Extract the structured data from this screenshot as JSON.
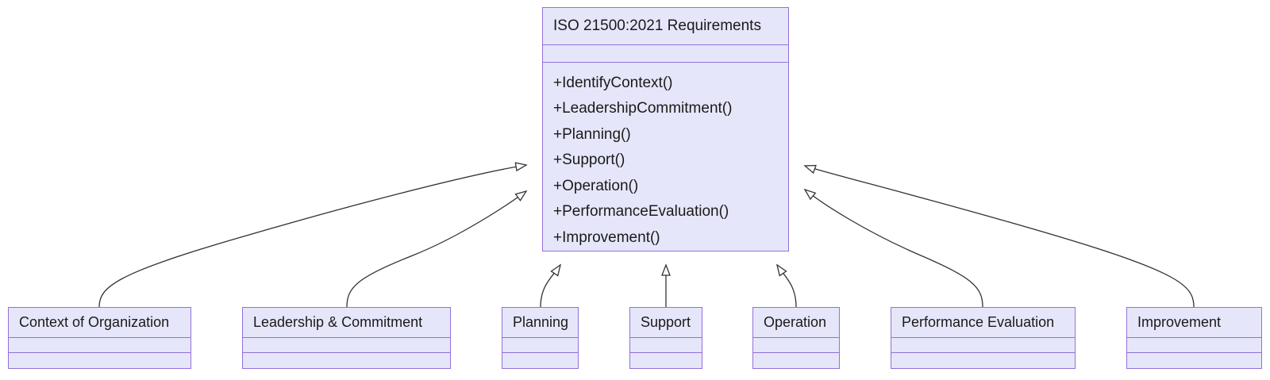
{
  "diagram": {
    "kind": "uml-class-diagram",
    "relationship": "generalization",
    "colors": {
      "node_fill": "#E6E6FA",
      "node_border": "#9370DB",
      "edge_stroke": "#333333",
      "text": "#1a1a1a",
      "background": "#ffffff"
    },
    "parent": {
      "name": "ISO 21500:2021 Requirements",
      "attributes": [],
      "methods": [
        "+IdentifyContext()",
        "+LeadershipCommitment()",
        "+Planning()",
        "+Support()",
        "+Operation()",
        "+PerformanceEvaluation()",
        "+Improvement()"
      ]
    },
    "children": [
      {
        "name": "Context of Organization",
        "attributes": [],
        "methods": []
      },
      {
        "name": "Leadership & Commitment",
        "attributes": [],
        "methods": []
      },
      {
        "name": "Planning",
        "attributes": [],
        "methods": []
      },
      {
        "name": "Support",
        "attributes": [],
        "methods": []
      },
      {
        "name": "Operation",
        "attributes": [],
        "methods": []
      },
      {
        "name": "Performance Evaluation",
        "attributes": [],
        "methods": []
      },
      {
        "name": "Improvement",
        "attributes": [],
        "methods": []
      }
    ]
  }
}
